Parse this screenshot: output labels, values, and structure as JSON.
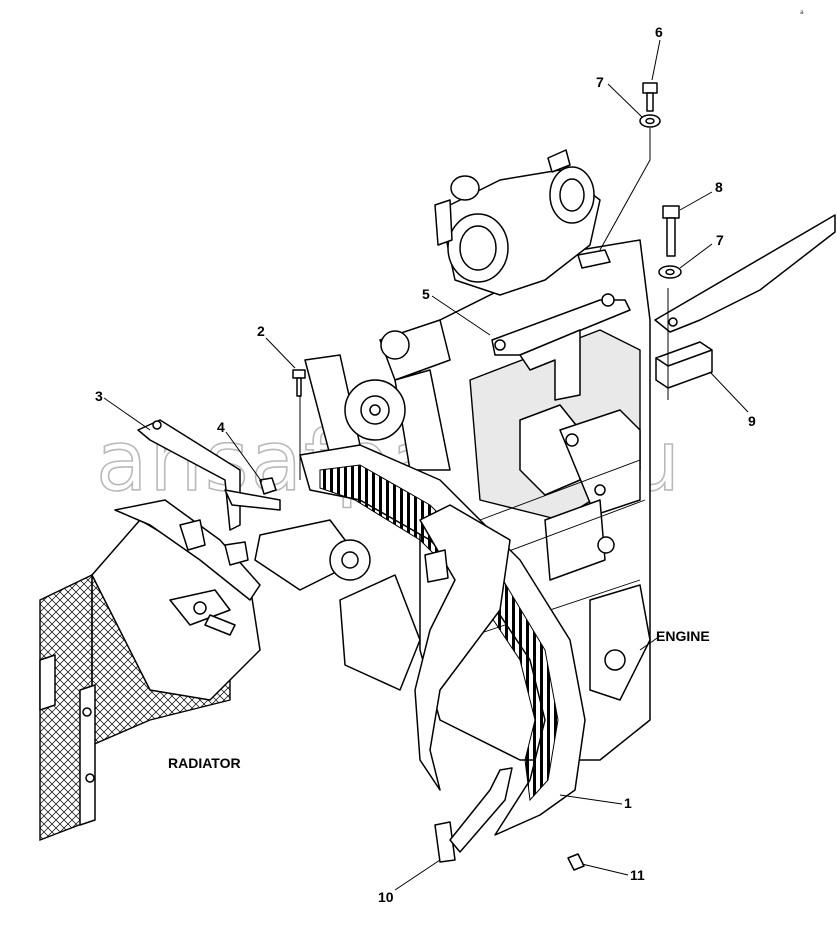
{
  "labels": {
    "engine": "ENGINE",
    "radiator": "RADIATOR"
  },
  "callouts": {
    "c1": "1",
    "c2": "2",
    "c3": "3",
    "c4": "4",
    "c5": "5",
    "c6": "6",
    "c7a": "7",
    "c7b": "7",
    "c8": "8",
    "c9": "9",
    "c10": "10",
    "c11": "11"
  },
  "watermark": "ansafparts.ru",
  "corner_mark": "a"
}
